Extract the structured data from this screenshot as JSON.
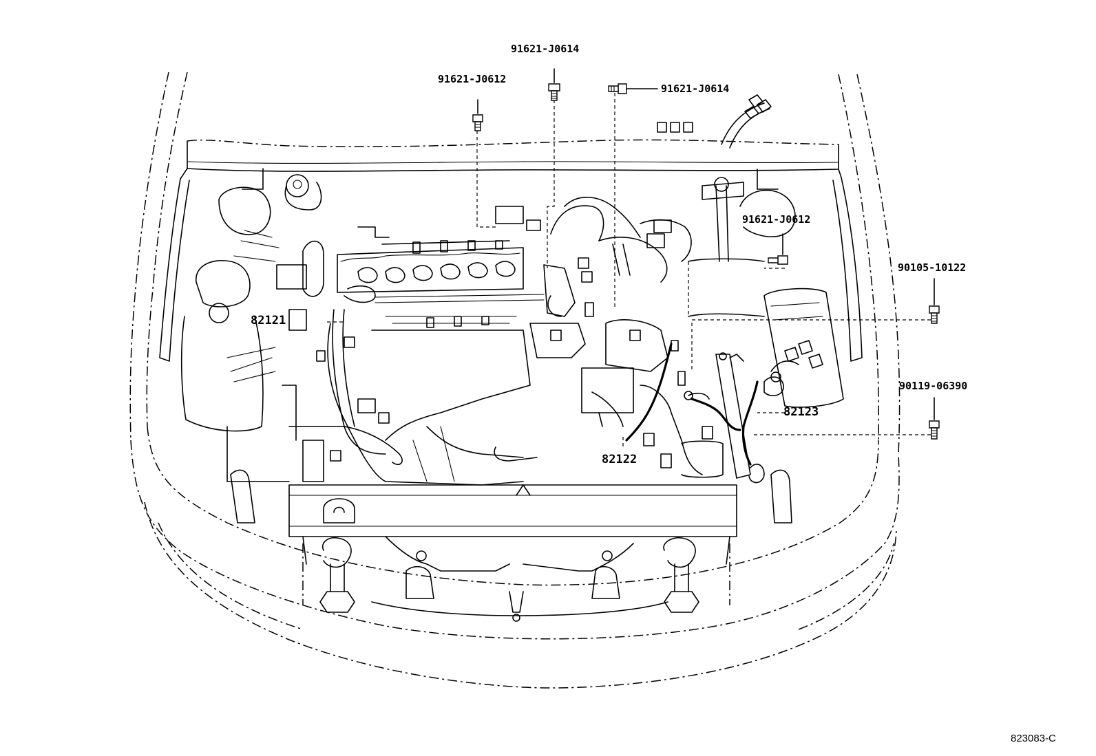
{
  "labels": {
    "p1": "91621-J0614",
    "p2": "91621-J0612",
    "p3": "91621-J0614",
    "p4": "91621-J0612",
    "p5": "90105-10122",
    "p6": "90119-06390",
    "p7": "82121",
    "p8": "82123",
    "p9": "82122"
  },
  "figure_code": "823083-C"
}
